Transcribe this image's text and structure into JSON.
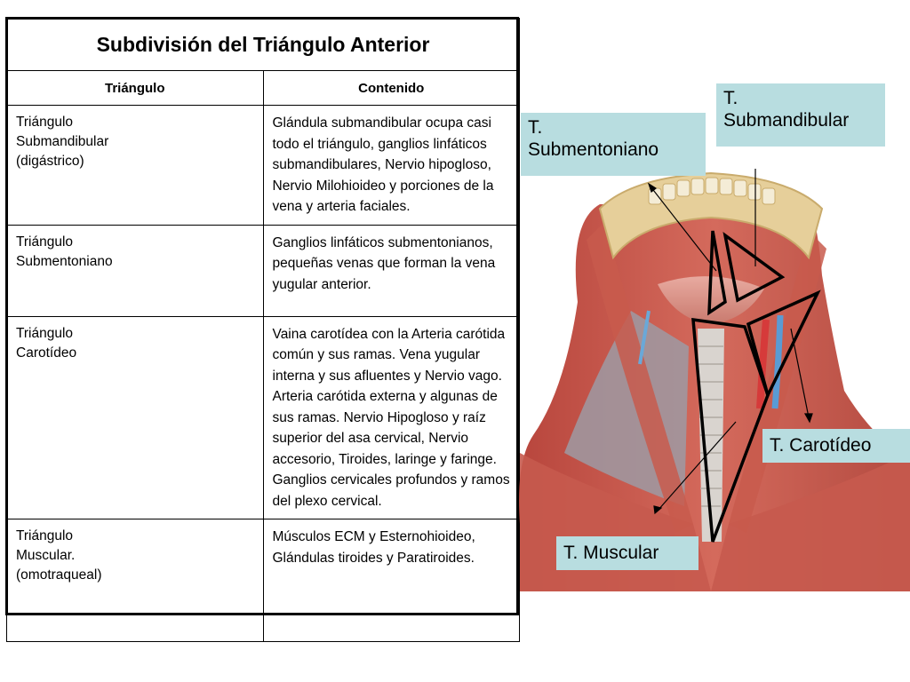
{
  "table": {
    "title": "Subdivisión del Triángulo Anterior",
    "headers": [
      "Triángulo",
      "Contenido"
    ],
    "rows": [
      {
        "triangle": [
          "Triángulo",
          "Submandibular",
          "(digástrico)"
        ],
        "content": "Glándula submandibular ocupa casi todo el triángulo, ganglios linfáticos submandibulares, Nervio hipogloso, Nervio Milohioideo y porciones de la vena y arteria faciales."
      },
      {
        "triangle": [
          "Triángulo",
          "Submentoniano"
        ],
        "content": "Ganglios linfáticos submentonianos, pequeñas venas que forman la vena yugular anterior."
      },
      {
        "triangle": [
          "Triángulo",
          "Carotídeo"
        ],
        "content": "Vaina carotídea con la Arteria carótida común y sus ramas. Vena yugular interna y sus afluentes y Nervio vago. Arteria carótida externa y algunas de sus ramas. Nervio Hipogloso y raíz superior del asa cervical, Nervio accesorio, Tiroides, laringe y faringe. Ganglios cervicales profundos y ramos del plexo cervical."
      },
      {
        "triangle": [
          "Triángulo",
          "Muscular.",
          "(omotraqueal)"
        ],
        "content": "Músculos ECM y Esternohioideo, Glándulas tiroides y Paratiroides."
      }
    ]
  },
  "labels": {
    "submandibular": [
      "T.",
      "Submandibular"
    ],
    "submentoniano": [
      "T.",
      "Submentoniano"
    ],
    "carotideo": "T. Carotídeo",
    "muscular": "T. Muscular"
  },
  "colors": {
    "label_bg": "#b8dde0",
    "muscle": "#c8554a",
    "mandible": "#e6cf9a",
    "artery": "#d63a3a",
    "vein": "#5a9bd4"
  }
}
